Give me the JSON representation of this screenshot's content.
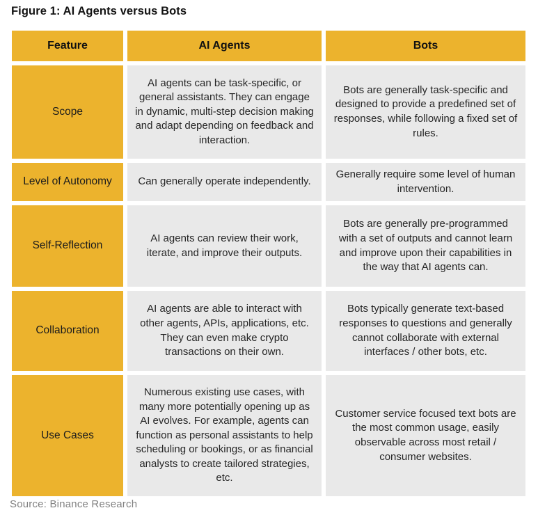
{
  "figure": {
    "title": "Figure 1: AI Agents versus Bots",
    "source": "Source: Binance Research"
  },
  "table": {
    "headers": [
      "Feature",
      "AI Agents",
      "Bots"
    ],
    "rows": [
      {
        "feature": "Scope",
        "ai_agents": "AI agents can be task-specific, or general assistants. They can engage in dynamic, multi-step decision making and adapt depending on feedback and interaction.",
        "bots": "Bots are generally task-specific and designed to provide a predefined set of responses, while following a fixed set of rules."
      },
      {
        "feature": "Level of Autonomy",
        "ai_agents": "Can generally operate independently.",
        "bots": "Generally require some level of human intervention."
      },
      {
        "feature": "Self-Reflection",
        "ai_agents": "AI agents can review their work, iterate, and improve their outputs.",
        "bots": "Bots are generally pre-programmed with a set of outputs and cannot learn and improve upon their capabilities in the way that AI agents can."
      },
      {
        "feature": "Collaboration",
        "ai_agents": "AI agents are able to interact with other agents, APIs, applications, etc. They can even make crypto transactions on their own.",
        "bots": "Bots typically generate text-based responses to questions and generally cannot collaborate with external interfaces / other bots, etc."
      },
      {
        "feature": "Use Cases",
        "ai_agents": "Numerous existing use cases, with many more potentially opening up as AI evolves. For example, agents can function as personal assistants to help scheduling or bookings, or as financial analysts to create tailored strategies, etc.",
        "bots": "Customer service focused text bots are the most common usage, easily observable across most retail / consumer websites."
      }
    ]
  },
  "colors": {
    "accent_gold": "#ECB32D",
    "cell_gray": "#E9E9E9",
    "body_text": "#262626",
    "source_text": "#818181"
  }
}
